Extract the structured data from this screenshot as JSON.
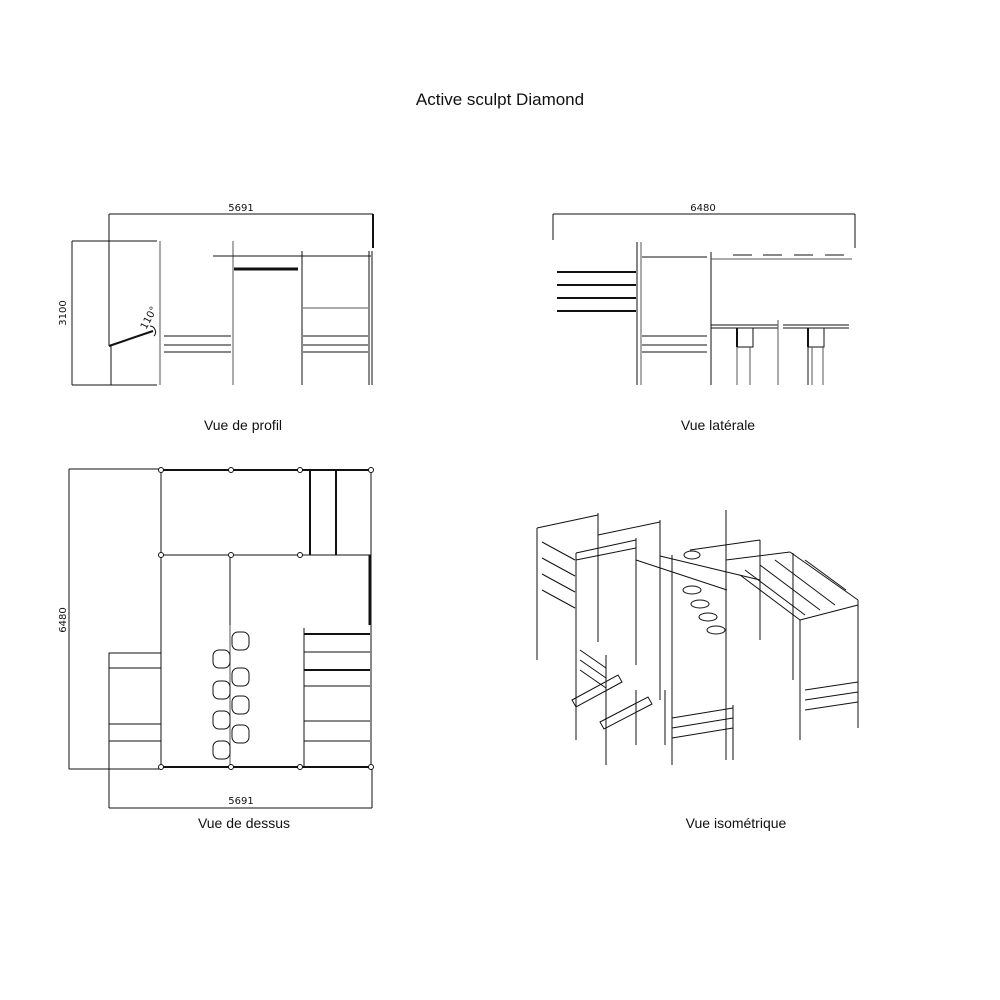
{
  "title": "Active sculpt Diamond",
  "views": {
    "profile": {
      "label": "Vue de profil",
      "width_dim": "5691",
      "height_dim": "3100",
      "angle": "110°"
    },
    "lateral": {
      "label": "Vue latérale",
      "width_dim": "6480"
    },
    "top": {
      "label": "Vue de dessus",
      "width_dim": "5691",
      "depth_dim": "6480"
    },
    "isometric": {
      "label": "Vue isométrique"
    }
  }
}
